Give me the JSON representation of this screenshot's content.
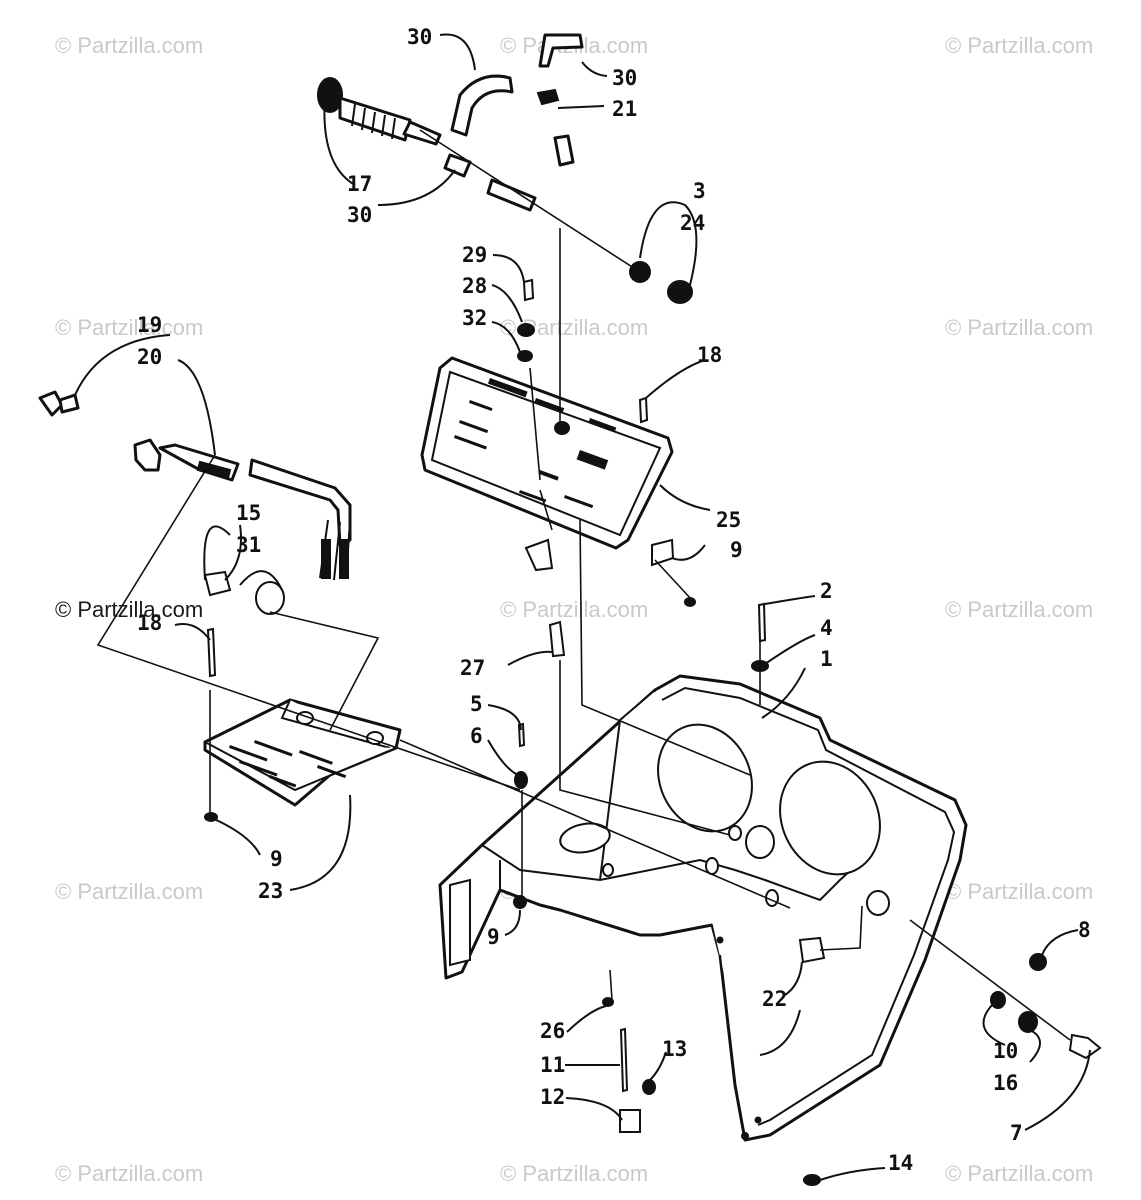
{
  "watermark": "© Partzilla.com",
  "callouts": [
    "30",
    "30",
    "21",
    "17",
    "30",
    "3",
    "24",
    "29",
    "28",
    "32",
    "18",
    "25",
    "9",
    "19",
    "20",
    "15",
    "31",
    "18",
    "2",
    "4",
    "1",
    "27",
    "5",
    "6",
    "9",
    "23",
    "9",
    "22",
    "8",
    "26",
    "11",
    "13",
    "12",
    "10",
    "16",
    "7",
    "14"
  ]
}
